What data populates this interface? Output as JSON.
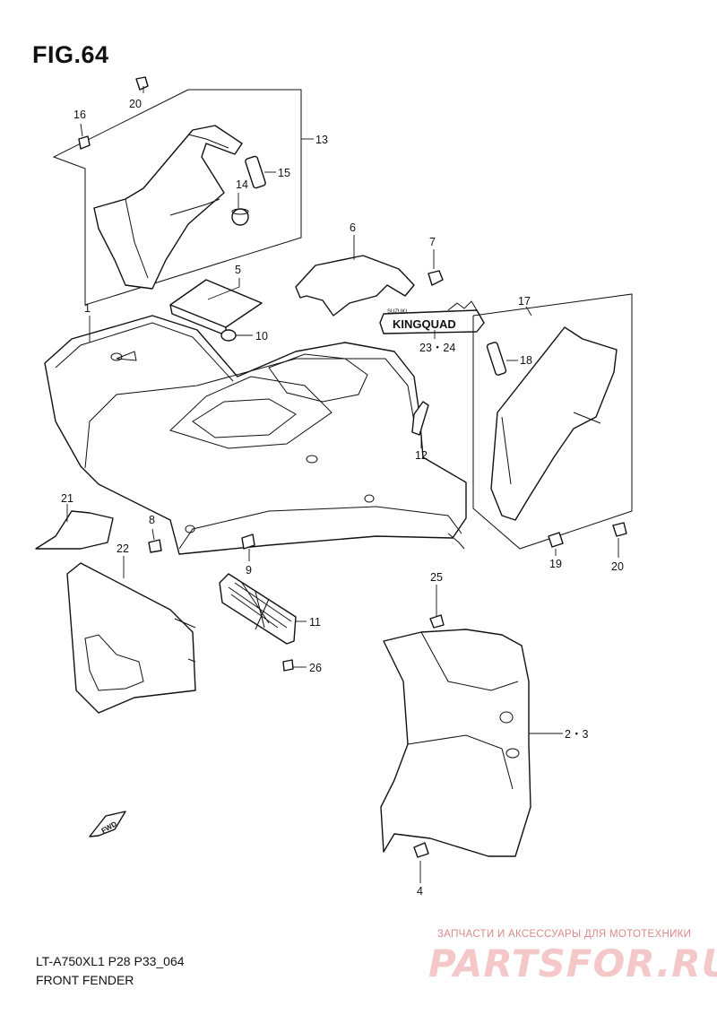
{
  "figure": {
    "title": "FIG.64",
    "model_code": "LT-A750XL1 P28 P33_064",
    "section_name": "FRONT FENDER"
  },
  "decal": {
    "brand_small": "SUZUKI",
    "text": "KINGQUAD"
  },
  "direction_marker": "FWD",
  "watermark": {
    "tagline": "ЗАПЧАСТИ И АКСЕССУАРЫ ДЛЯ МОТОТЕХНИКИ",
    "brand": "PARTSFOR.RU"
  },
  "callouts": [
    {
      "id": "c1",
      "label": "1"
    },
    {
      "id": "c2",
      "label": "2・3"
    },
    {
      "id": "c4",
      "label": "4"
    },
    {
      "id": "c5",
      "label": "5"
    },
    {
      "id": "c6",
      "label": "6"
    },
    {
      "id": "c7",
      "label": "7"
    },
    {
      "id": "c8",
      "label": "8"
    },
    {
      "id": "c9",
      "label": "9"
    },
    {
      "id": "c10",
      "label": "10"
    },
    {
      "id": "c11",
      "label": "11"
    },
    {
      "id": "c12",
      "label": "12"
    },
    {
      "id": "c13",
      "label": "13"
    },
    {
      "id": "c14",
      "label": "14"
    },
    {
      "id": "c15",
      "label": "15"
    },
    {
      "id": "c16",
      "label": "16"
    },
    {
      "id": "c17",
      "label": "17"
    },
    {
      "id": "c18",
      "label": "18"
    },
    {
      "id": "c19",
      "label": "19"
    },
    {
      "id": "c20a",
      "label": "20"
    },
    {
      "id": "c20b",
      "label": "20"
    },
    {
      "id": "c21",
      "label": "21"
    },
    {
      "id": "c22",
      "label": "22"
    },
    {
      "id": "c23",
      "label": "23・24"
    },
    {
      "id": "c25",
      "label": "25"
    },
    {
      "id": "c26",
      "label": "26"
    }
  ]
}
